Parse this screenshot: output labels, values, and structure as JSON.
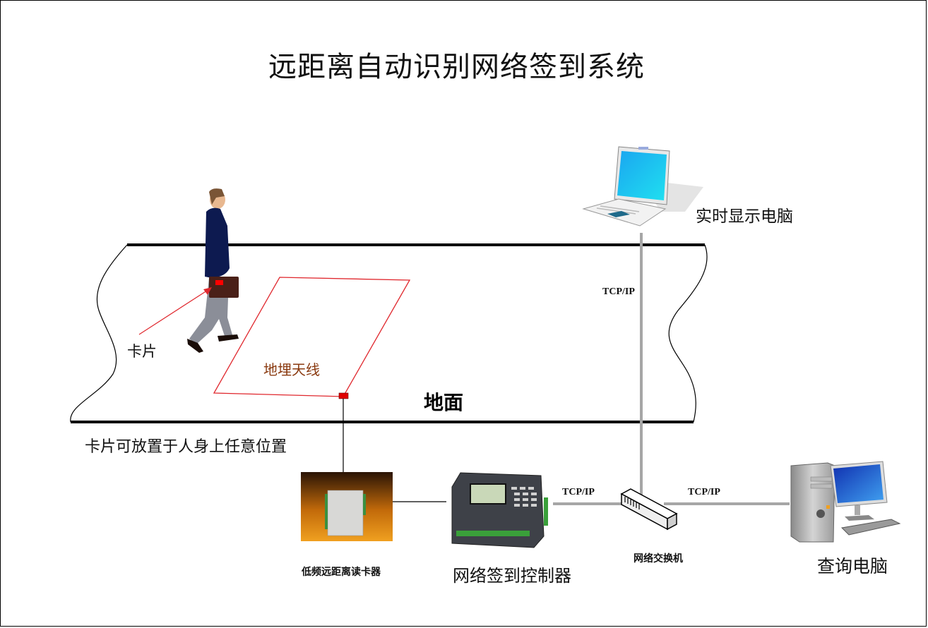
{
  "title": "远距离自动识别网络签到系统",
  "labels": {
    "card": "卡片",
    "buried_antenna": "地埋天线",
    "ground": "地面",
    "card_note": "卡片可放置于人身上任意位置",
    "realtime_pc": "实时显示电脑",
    "reader": "低频远距离读卡器",
    "controller": "网络签到控制器",
    "switch": "网络交换机",
    "query_pc": "查询电脑"
  },
  "links": {
    "switch_to_realtime_pc": "TCP/IP",
    "controller_to_switch": "TCP/IP",
    "switch_to_query_pc": "TCP/IP"
  },
  "colors": {
    "antenna_outline": "#e0282e",
    "antenna_label": "#8a3a10",
    "card_marker": "#ff0000",
    "network_line": "#a6a6a6",
    "ground_line": "#000000"
  },
  "icons": {
    "person": "walking-businessman-icon",
    "laptop": "laptop-icon",
    "reader": "card-reader-device-icon",
    "controller": "controller-device-icon",
    "switch": "network-switch-icon",
    "desktop": "desktop-computer-icon"
  }
}
